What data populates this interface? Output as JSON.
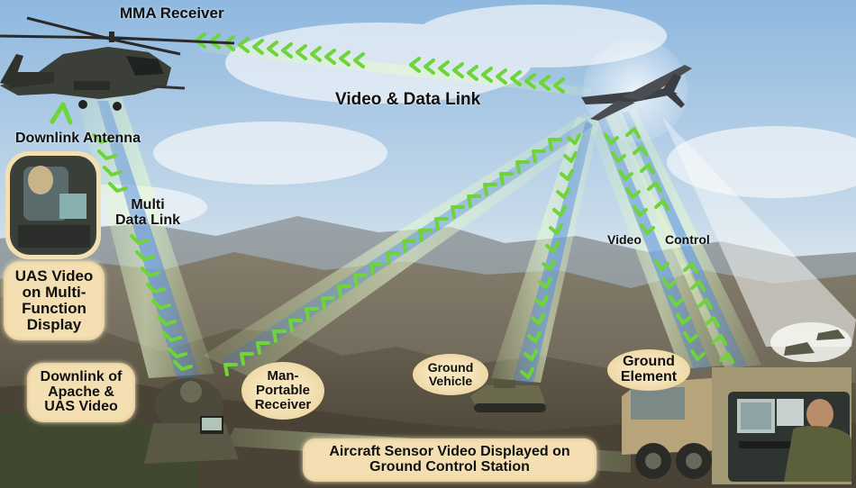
{
  "labels": {
    "mma_receiver": "MMA Receiver",
    "video_data_link": "Video & Data Link",
    "downlink_antenna": "Downlink Antenna",
    "multi_data_link": [
      "Multi",
      "Data Link"
    ],
    "uas_video_display": [
      "UAS Video",
      "on Multi-",
      "Function",
      "Display"
    ],
    "downlink_apache_uas": [
      "Downlink of",
      "Apache &",
      "UAS Video"
    ],
    "man_portable_receiver": [
      "Man-",
      "Portable",
      "Receiver"
    ],
    "ground_vehicle": [
      "Ground",
      "Vehicle"
    ],
    "ground_element": [
      "Ground",
      "Element"
    ],
    "video": "Video",
    "control": "Control",
    "aircraft_sensor_video": [
      "Aircraft Sensor Video Displayed on",
      "Ground Control Station"
    ]
  },
  "colors": {
    "chevron": "#6fd43a",
    "beam_green": "#c8f0a0",
    "beam_blue": "#2f6fd0",
    "badge": "#f3dfb1",
    "sky_top": "#9cc3e4",
    "sky_horizon": "#dfe9ef",
    "mountain": "#6e6a5e"
  },
  "icons": [
    "apache-helicopter-icon",
    "uav-drone-icon",
    "soldier-icon",
    "armored-vehicle-icon",
    "ground-control-truck-icon",
    "operator-icon",
    "tank-icon"
  ]
}
